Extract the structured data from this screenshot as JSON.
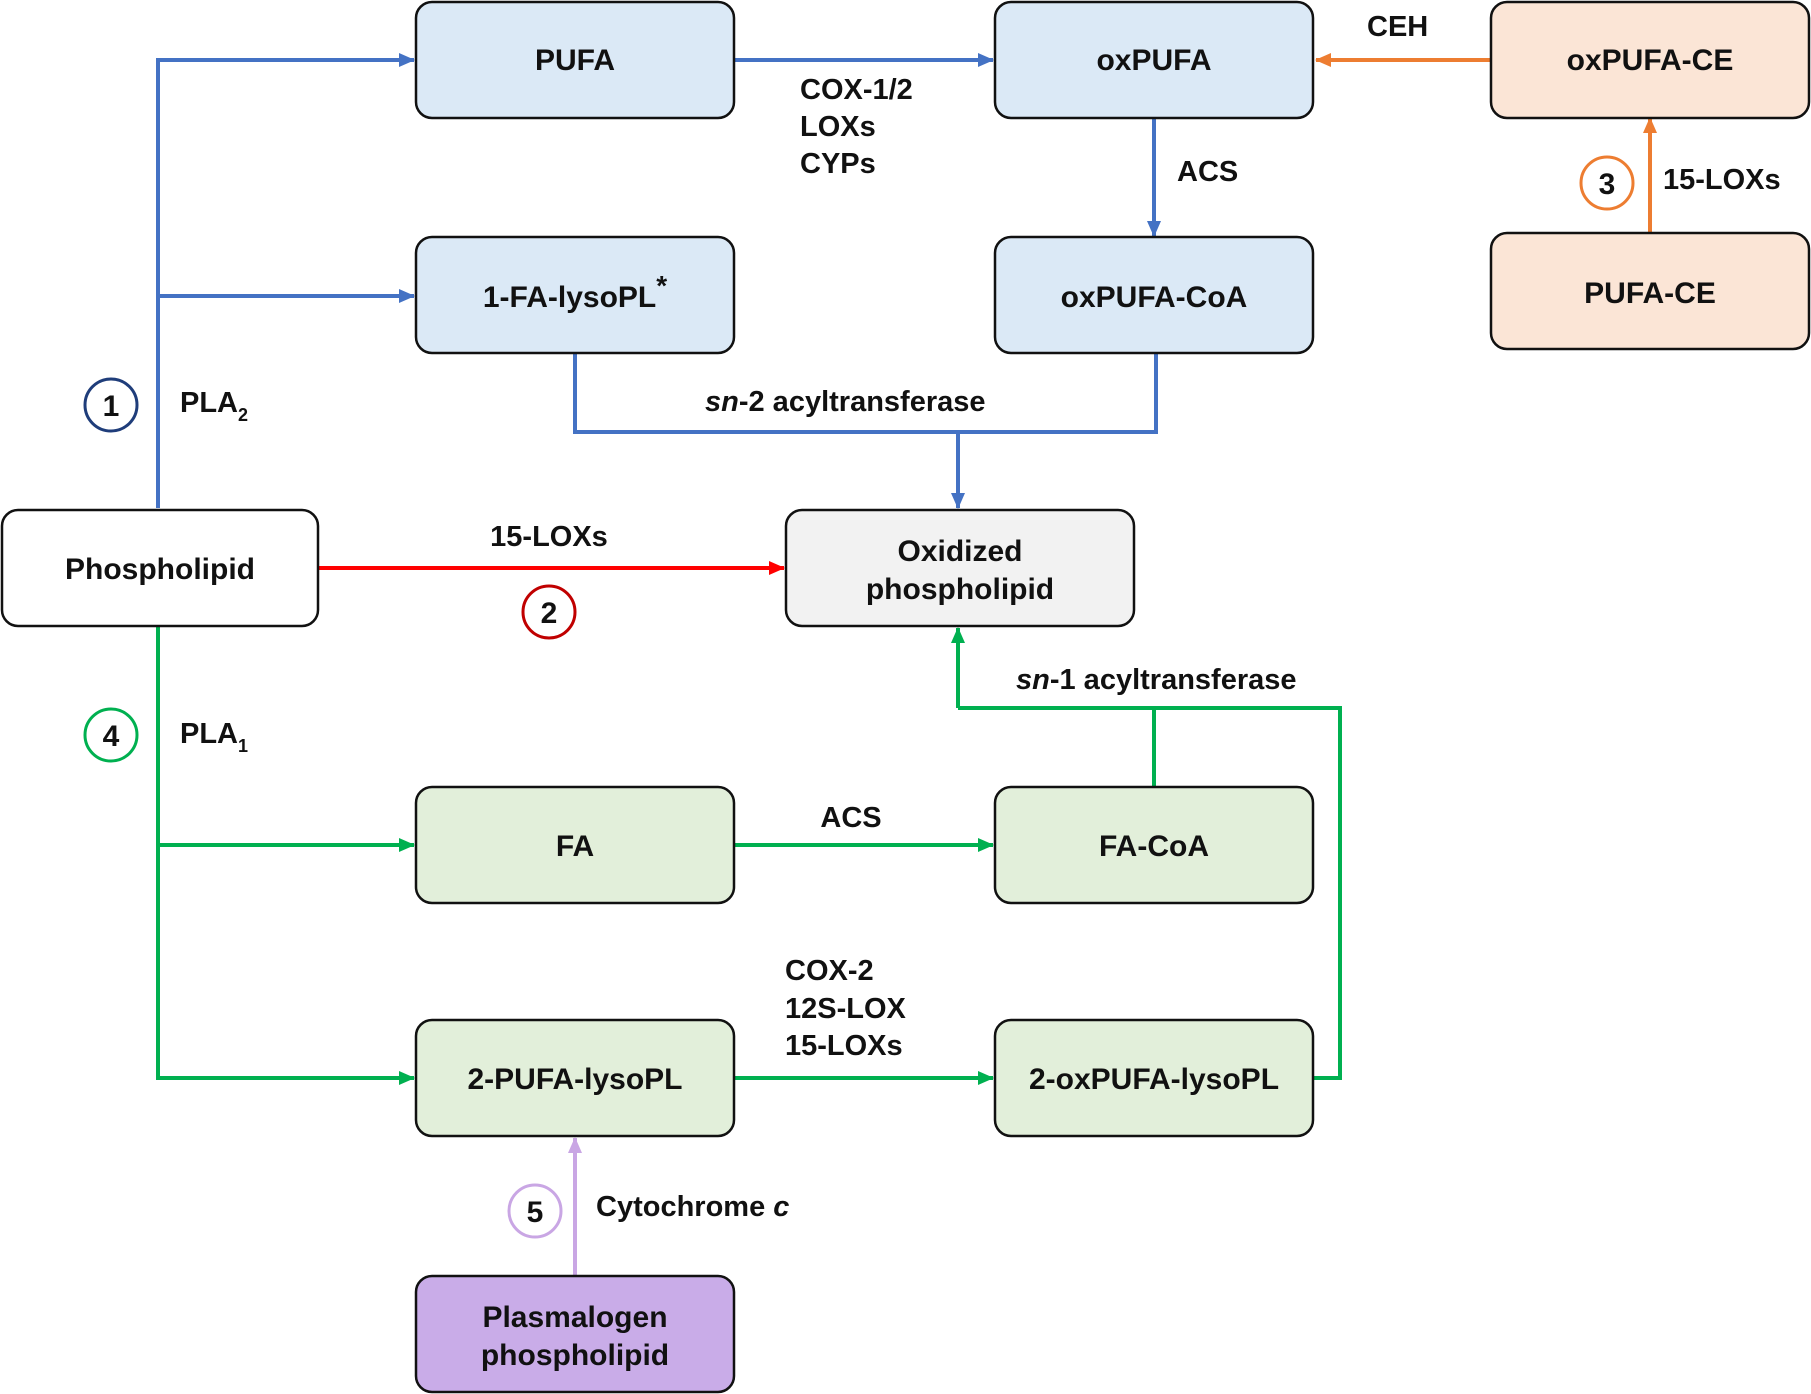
{
  "colors": {
    "pathway1": "#4472c4",
    "pathway2": "#ff0000",
    "pathway3": "#ed7d31",
    "pathway4": "#00b050",
    "pathway5": "#c9a6e4",
    "circle1": "#1f3d7a",
    "circle2": "#c00000",
    "circle3": "#ed7d31",
    "circle4": "#00b050",
    "circle5": "#c9a6e4",
    "blue_fill": "#dbe9f6",
    "green_fill": "#e2efda",
    "peach_fill": "#fbe5d6",
    "purple_fill": "#c9ace8",
    "grey_fill": "#f2f2f2",
    "white_fill": "#ffffff"
  },
  "nodes": {
    "pufa": "PUFA",
    "oxpufa": "oxPUFA",
    "oxpufa_ce": "oxPUFA-CE",
    "fa_lysopl": "1-FA-lysoPL",
    "fa_lysopl_mark": "*",
    "oxpufa_coa": "oxPUFA-CoA",
    "pufa_ce": "PUFA-CE",
    "phospholipid": "Phospholipid",
    "oxidized_pl_line1": "Oxidized",
    "oxidized_pl_line2": "phospholipid",
    "fa": "FA",
    "fa_coa": "FA-CoA",
    "pufa_lysopl": "2-PUFA-lysoPL",
    "oxpufa_lysopl": "2-oxPUFA-lysoPL",
    "plasmalogen_line1": "Plasmalogen",
    "plasmalogen_line2": "phospholipid"
  },
  "edge_labels": {
    "cox_line1": "COX-1/2",
    "cox_line2": "LOXs",
    "cox_line3": "CYPs",
    "ceh": "CEH",
    "acs_top": "ACS",
    "lox15_right": "15-LOXs",
    "pla2_main": "PLA",
    "pla2_sub": "2",
    "sn2_prefix": "sn",
    "sn2_rest": "-2 acyltransferase",
    "lox15_mid": "15-LOXs",
    "sn1_prefix": "sn",
    "sn1_rest": "-1 acyltransferase",
    "pla1_main": "PLA",
    "pla1_sub": "1",
    "acs_bottom": "ACS",
    "cox2_line1": "COX-2",
    "cox2_line2": "12S-LOX",
    "cox2_line3": "15-LOXs",
    "cytc_main": "Cytochrome ",
    "cytc_italic": "c"
  },
  "pathway_numbers": {
    "one": "1",
    "two": "2",
    "three": "3",
    "four": "4",
    "five": "5"
  }
}
